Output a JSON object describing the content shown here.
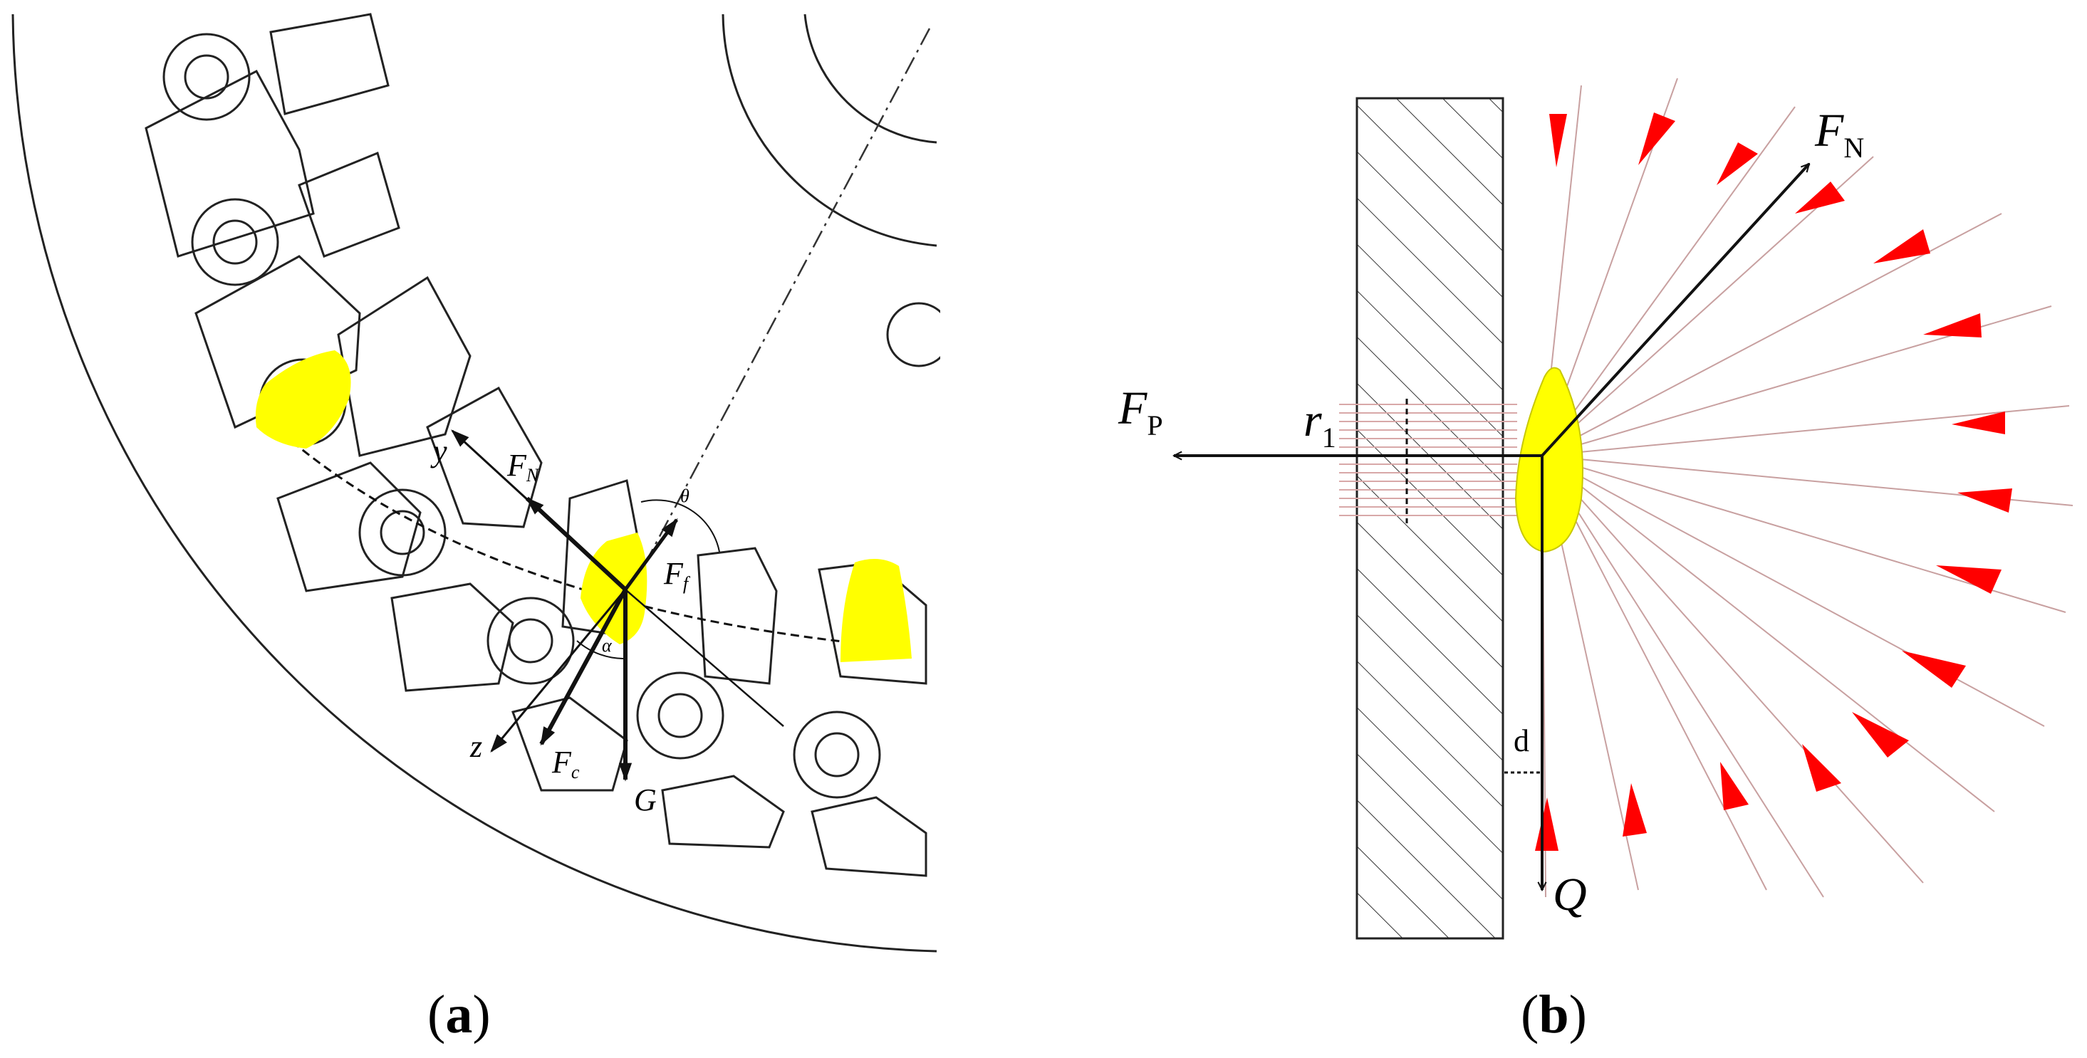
{
  "panels": {
    "a": {
      "caption": "a",
      "labels": {
        "y": "y",
        "z": "z",
        "theta": "θ",
        "alpha": "α",
        "fn_main": "F",
        "fn_sub": "N",
        "ff_main": "F",
        "ff_sub": "f",
        "fc_main": "F",
        "fc_sub": "c",
        "g": "G"
      }
    },
    "b": {
      "caption": "b",
      "labels": {
        "fn_main": "F",
        "fn_sub": "N",
        "fp_main": "F",
        "fp_sub": "P",
        "r_main": "r",
        "r_sub": "1",
        "d": "d",
        "q": "Q"
      }
    }
  },
  "colors": {
    "stroke": "#111111",
    "highlight": "#ffff00",
    "spray_line": "#c8a0a0",
    "spray_arrow": "#ff0000",
    "hatch_band": "#d8a8a8"
  }
}
